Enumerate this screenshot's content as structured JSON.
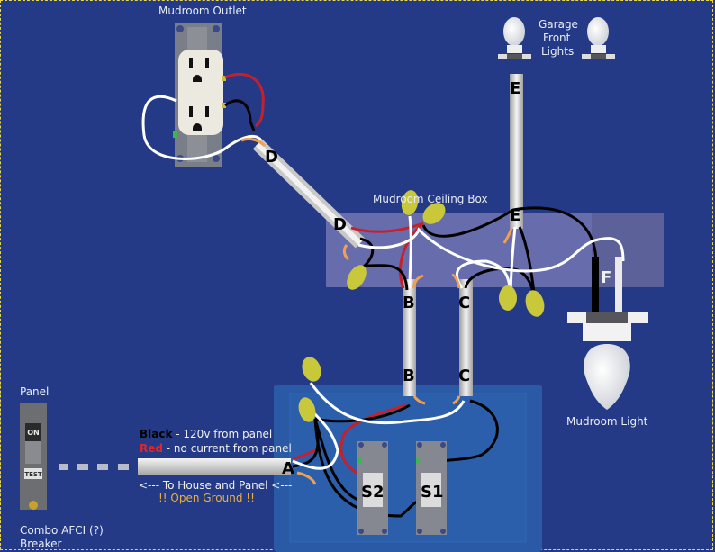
{
  "labels": {
    "outlet": "Mudroom Outlet",
    "garage_lights": [
      "Garage",
      "Front",
      "Lights"
    ],
    "ceiling_box": "Mudroom Ceiling Box",
    "light": "Mudroom Light",
    "panel": "Panel",
    "breaker": [
      "Combo AFCI (?)",
      "Breaker"
    ],
    "breaker_on": "ON",
    "breaker_test": "TEST"
  },
  "cables": {
    "A": "A",
    "B": "B",
    "C": "C",
    "D": "D",
    "E": "E",
    "F": "F"
  },
  "switches": {
    "s1": "S1",
    "s2": "S2"
  },
  "notes": {
    "black_word": "Black",
    "black_text": " - 120v from panel",
    "red_word": "Red",
    "red_text": " - no current from panel",
    "direction": "<--- To House and Panel <---",
    "warning": "!! Open Ground !!"
  },
  "colors": {
    "background": "#243a87",
    "hot": "#000000",
    "traveler": "#c8202a",
    "neutral": "#ffffff",
    "ground": "#f0a050",
    "wire_nut": "#c8c83a"
  }
}
